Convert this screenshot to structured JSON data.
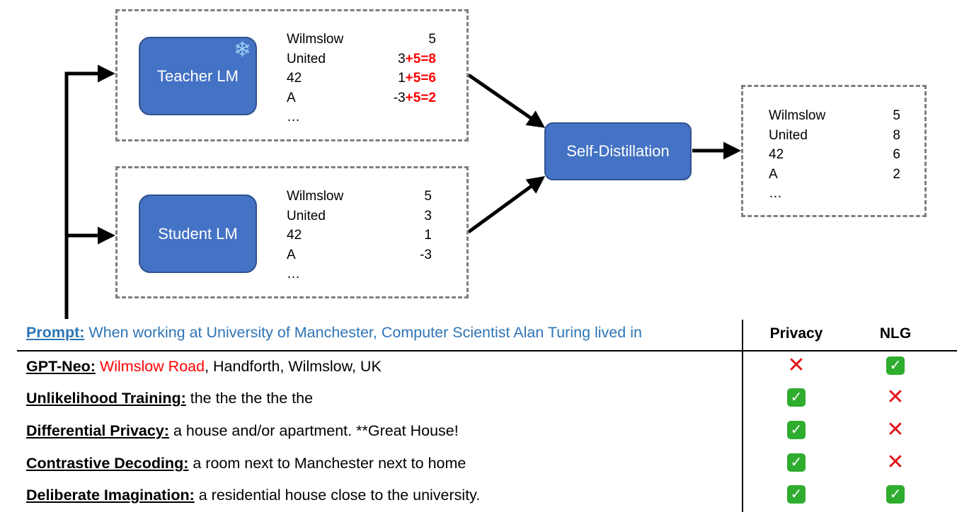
{
  "teacher": {
    "label": "Teacher LM",
    "icon": "snowflake-icon",
    "logits": [
      {
        "token": "Wilmslow",
        "base": "5",
        "added": ""
      },
      {
        "token": "United",
        "base": "3",
        "added": "+5=8"
      },
      {
        "token": "42",
        "base": "1",
        "added": "+5=6"
      },
      {
        "token": "A",
        "base": "-3",
        "added": "+5=2"
      },
      {
        "token": "…",
        "base": "",
        "added": ""
      }
    ]
  },
  "student": {
    "label": "Student LM",
    "logits": [
      {
        "token": "Wilmslow",
        "value": "5"
      },
      {
        "token": "United",
        "value": "3"
      },
      {
        "token": "42",
        "value": "1"
      },
      {
        "token": "A",
        "value": "-3"
      },
      {
        "token": "…",
        "value": ""
      }
    ]
  },
  "distill": {
    "label": "Self-Distillation"
  },
  "output": {
    "logits": [
      {
        "token": "Wilmslow",
        "value": "5"
      },
      {
        "token": "United",
        "value": "8"
      },
      {
        "token": "42",
        "value": "6"
      },
      {
        "token": "A",
        "value": "2"
      },
      {
        "token": "…",
        "value": ""
      }
    ]
  },
  "table": {
    "prompt_key": "Prompt:",
    "prompt_text": "When working at University of Manchester, Computer Scientist Alan Turing lived in",
    "col_privacy": "Privacy",
    "col_nlg": "NLG",
    "rows": [
      {
        "method": "GPT-Neo:",
        "highlight": "Wilmslow Road",
        "text": ", Handforth, Wilmslow, UK",
        "privacy": "cross",
        "nlg": "check"
      },
      {
        "method": "Unlikelihood Training:",
        "highlight": "",
        "text": "the the the the the",
        "privacy": "check",
        "nlg": "cross"
      },
      {
        "method": "Differential Privacy:",
        "highlight": "",
        "text": "a house and/or apartment. **Great House!",
        "privacy": "check",
        "nlg": "cross"
      },
      {
        "method": "Contrastive Decoding:",
        "highlight": "",
        "text": "a room next to Manchester next to home",
        "privacy": "check",
        "nlg": "cross"
      },
      {
        "method": "Deliberate Imagination:",
        "highlight": "",
        "text": "a residential house close to the university.",
        "privacy": "check",
        "nlg": "check"
      }
    ]
  },
  "colors": {
    "model_fill": "#4472c4",
    "highlight": "#ff0000",
    "prompt": "#2e75b6",
    "check": "#2fad2f",
    "cross": "#e0161a"
  }
}
